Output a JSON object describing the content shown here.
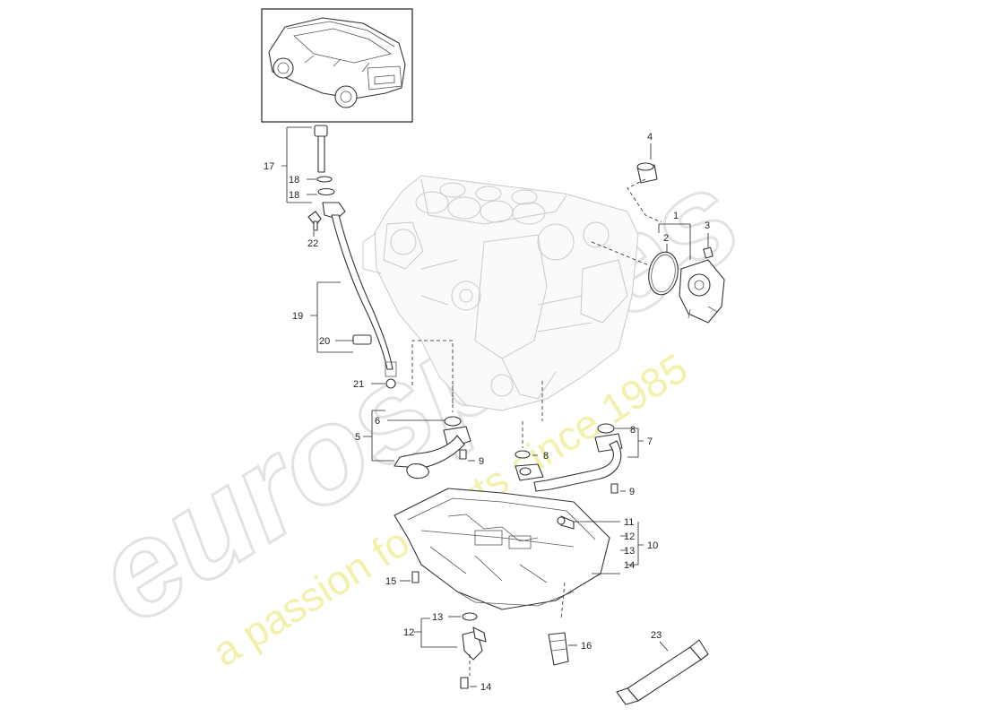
{
  "watermark": {
    "brand": "eurospares",
    "tagline": "a passion for parts since 1985"
  },
  "part_labels": [
    {
      "id": "p1",
      "text": "1"
    },
    {
      "id": "p2",
      "text": "2"
    },
    {
      "id": "p3",
      "text": "3"
    },
    {
      "id": "p4",
      "text": "4"
    },
    {
      "id": "p5",
      "text": "5"
    },
    {
      "id": "p6",
      "text": "6"
    },
    {
      "id": "p7",
      "text": "7"
    },
    {
      "id": "p8a",
      "text": "8"
    },
    {
      "id": "p8b",
      "text": "8"
    },
    {
      "id": "p9a",
      "text": "9"
    },
    {
      "id": "p9b",
      "text": "9"
    },
    {
      "id": "p10",
      "text": "10"
    },
    {
      "id": "p11",
      "text": "11"
    },
    {
      "id": "p12a",
      "text": "12"
    },
    {
      "id": "p12b",
      "text": "12"
    },
    {
      "id": "p13a",
      "text": "13"
    },
    {
      "id": "p13b",
      "text": "13"
    },
    {
      "id": "p14a",
      "text": "14"
    },
    {
      "id": "p14b",
      "text": "14"
    },
    {
      "id": "p15",
      "text": "15"
    },
    {
      "id": "p16",
      "text": "16"
    },
    {
      "id": "p17",
      "text": "17"
    },
    {
      "id": "p18a",
      "text": "18"
    },
    {
      "id": "p18b",
      "text": "18"
    },
    {
      "id": "p19",
      "text": "19"
    },
    {
      "id": "p20",
      "text": "20"
    },
    {
      "id": "p21",
      "text": "21"
    },
    {
      "id": "p22",
      "text": "22"
    },
    {
      "id": "p23",
      "text": "23"
    }
  ]
}
